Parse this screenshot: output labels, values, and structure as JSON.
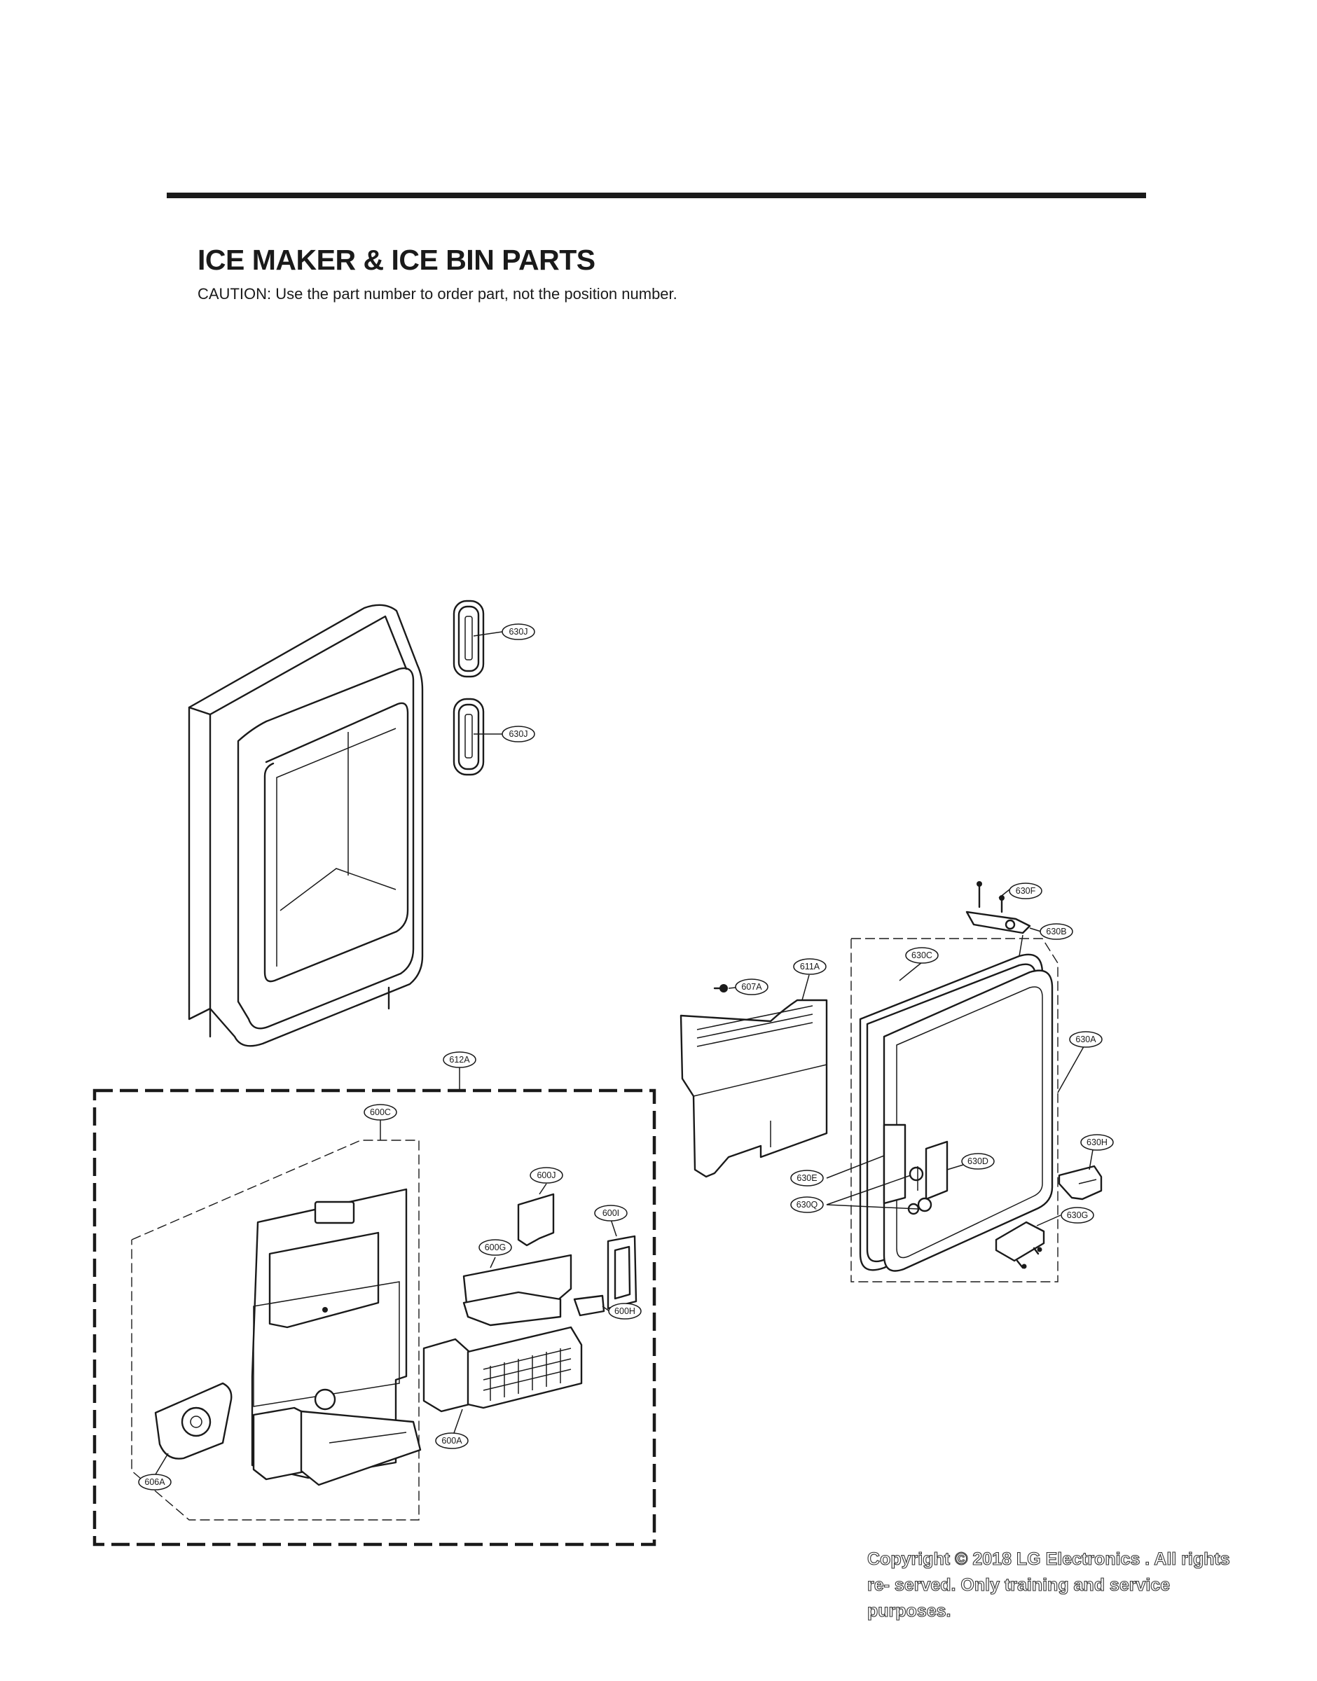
{
  "header": {
    "title": "ICE MAKER & ICE BIN PARTS",
    "caution": "CAUTION: Use the part number to order part, not the position number."
  },
  "callouts": {
    "630J_a": "630J",
    "630J_b": "630J",
    "630F": "630F",
    "630B": "630B",
    "630C": "630C",
    "611A": "611A",
    "607A": "607A",
    "630A": "630A",
    "630H": "630H",
    "630D": "630D",
    "630E": "630E",
    "630Q": "630Q",
    "630G": "630G",
    "612A": "612A",
    "600C": "600C",
    "600J": "600J",
    "600I": "600I",
    "600G": "600G",
    "600H": "600H",
    "600A": "600A",
    "606A": "606A"
  },
  "footer": {
    "copyright": "Copyright © 2018 LG Electronics . All rights re- served. Only training and service purposes."
  }
}
